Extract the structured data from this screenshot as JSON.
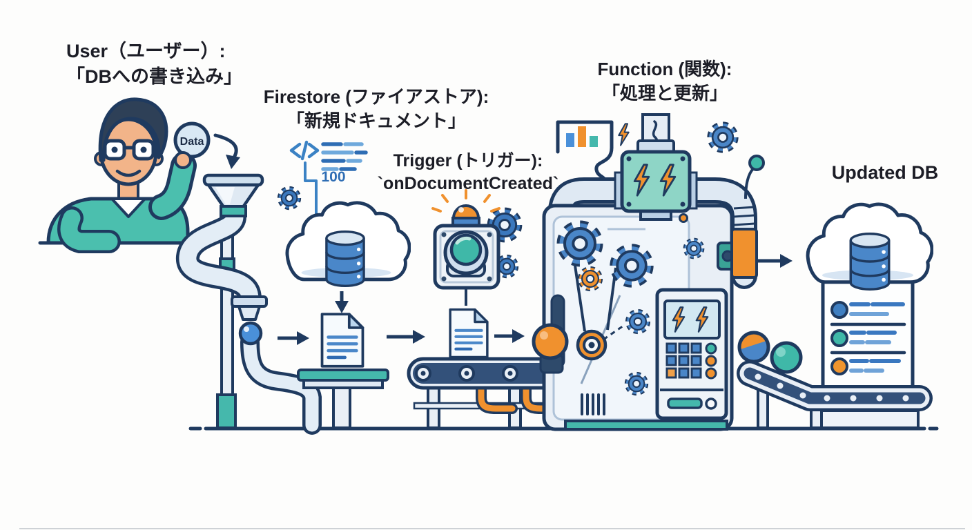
{
  "labels": {
    "user": {
      "line1": "User（ユーザー）:",
      "line2": "「DBへの書き込み」"
    },
    "firestore": {
      "line1": "Firestore (ファイアストア):",
      "line2": "「新規ドキュメント」"
    },
    "trigger": {
      "line1": "Trigger (トリガー):",
      "line2": "`onDocumentCreated`"
    },
    "function": {
      "line1": "Function (関数):",
      "line2": "「処理と更新」"
    },
    "updated_db": "Updated DB",
    "data_ball": "Data",
    "code_snippet_number": "100"
  },
  "colors": {
    "outline": "#1f3a5f",
    "teal": "#45b8ac",
    "teal_light": "#8ed5c6",
    "blue": "#4a86c8",
    "blue_dark": "#2e6db4",
    "orange": "#f0912e",
    "light_fill": "#e9eff6",
    "skin": "#f2b489",
    "text": "#1c1d26"
  }
}
